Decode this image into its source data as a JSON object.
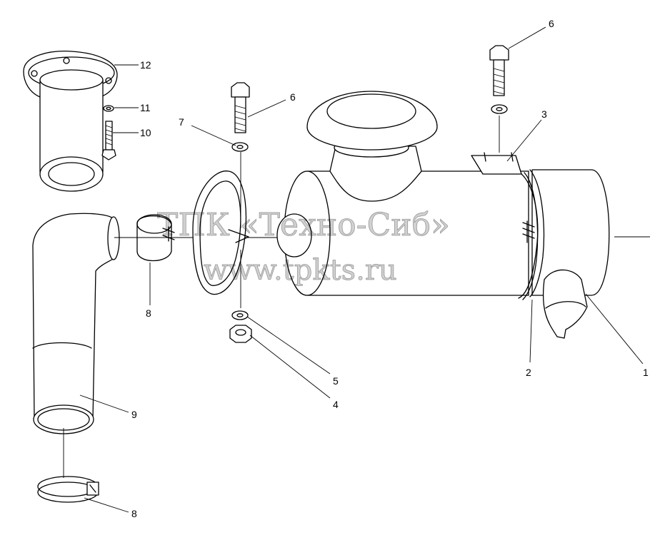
{
  "watermark": {
    "line1": "ТПК «Техно-Сиб»",
    "line2": "www.tpkts.ru"
  },
  "callouts": {
    "c1": "1",
    "c2": "2",
    "c3": "3",
    "c4": "4",
    "c5": "5",
    "c6a": "6",
    "c6b": "6",
    "c7": "7",
    "c8a": "8",
    "c8b": "8",
    "c9": "9",
    "c10": "10",
    "c11": "11",
    "c12": "12"
  }
}
